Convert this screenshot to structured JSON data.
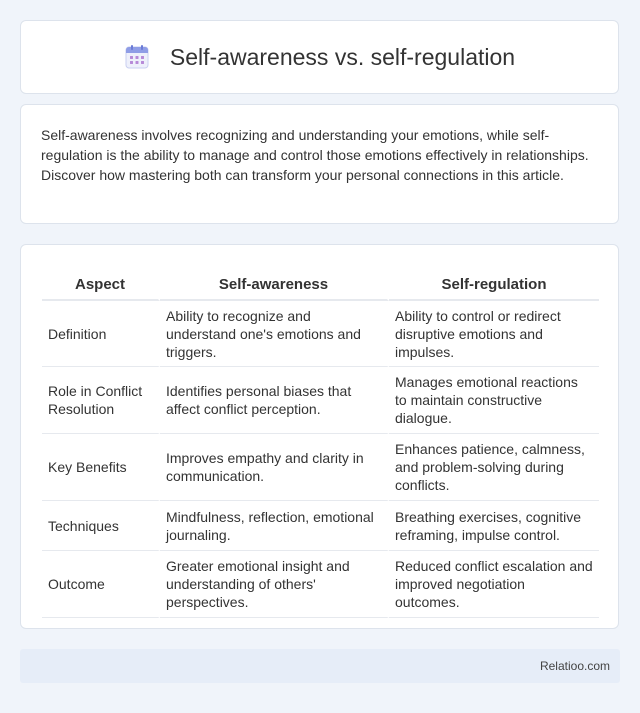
{
  "header": {
    "icon": "calendar-icon",
    "title": "Self-awareness vs. self-regulation"
  },
  "intro": {
    "text": "Self-awareness involves recognizing and understanding your emotions, while self-regulation is the ability to manage and control those emotions effectively in relationships. Discover how mastering both can transform your personal connections in this article."
  },
  "table": {
    "headers": [
      "Aspect",
      "Self-awareness",
      "Self-regulation"
    ],
    "rows": [
      [
        "Definition",
        "Ability to recognize and understand one's emotions and triggers.",
        "Ability to control or redirect disruptive emotions and impulses."
      ],
      [
        "Role in Conflict Resolution",
        "Identifies personal biases that affect conflict perception.",
        "Manages emotional reactions to maintain constructive dialogue."
      ],
      [
        "Key Benefits",
        "Improves empathy and clarity in communication.",
        "Enhances patience, calmness, and problem-solving during conflicts."
      ],
      [
        "Techniques",
        "Mindfulness, reflection, emotional journaling.",
        "Breathing exercises, cognitive reframing, impulse control."
      ],
      [
        "Outcome",
        "Greater emotional insight and understanding of others' perspectives.",
        "Reduced conflict escalation and improved negotiation outcomes."
      ]
    ]
  },
  "footer": {
    "text": "Relatioo.com"
  }
}
